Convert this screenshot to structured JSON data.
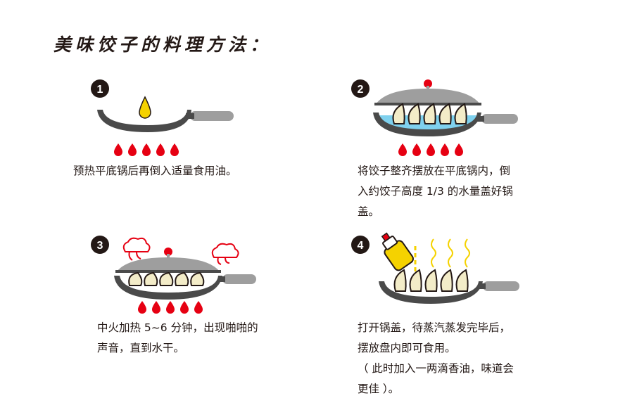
{
  "title": "美味饺子的料理方法：",
  "steps": [
    {
      "number": "1",
      "lines": [
        "预热平底锅后再倒入适量食用油。"
      ]
    },
    {
      "number": "2",
      "lines": [
        "将饺子整齐摆放在平底锅内，倒",
        "入约饺子高度 1/3 的水量盖好锅",
        "盖。"
      ]
    },
    {
      "number": "3",
      "lines": [
        "中火加热 5~6 分钟，出现啪啪的",
        "声音，直到水干。"
      ]
    },
    {
      "number": "4",
      "lines": [
        "打开锅盖，待蒸汽蒸发完毕后，",
        "摆放盘内即可食用。",
        "（ 此时加入一两滴香油，味道会",
        "更佳 ）。"
      ]
    }
  ],
  "colors": {
    "pan": "#4a4a4a",
    "handle": "#9e9e9e",
    "flame": "#e60012",
    "oil": "#f5d200",
    "water": "#7fd1ee",
    "lid_knob": "#e60012"
  }
}
